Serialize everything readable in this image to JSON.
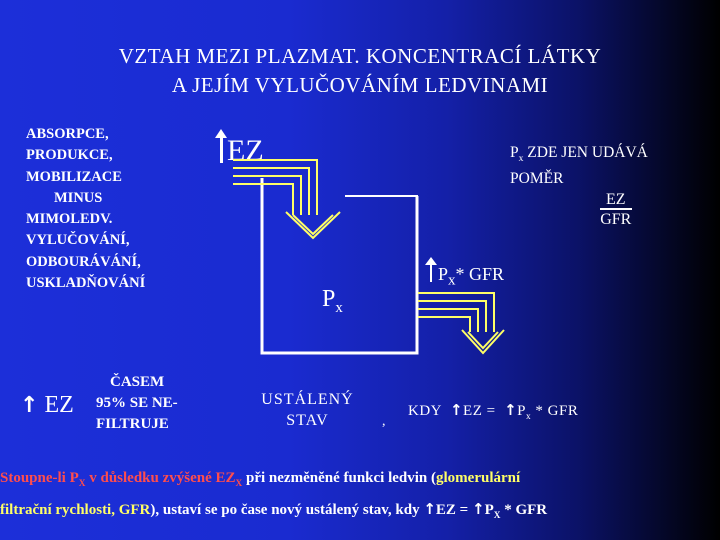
{
  "title": {
    "line1": "VZTAH MEZI PLAZMAT. KONCENTRACÍ LÁTKY",
    "line2": "A JEJÍM VYLUČOVÁNÍM LEDVINAMI"
  },
  "left_list": [
    "ABSORPCE,",
    "PRODUKCE,",
    "MOBILIZACE",
    "MINUS",
    "MIMOLEDV.",
    "VYLUČOVÁNÍ,",
    "ODBOURÁVÁNÍ,",
    "USKLADŇOVÁNÍ"
  ],
  "ez_left": {
    "arrow": "↑",
    "label": "EZ"
  },
  "casem": [
    "ČASEM",
    "95% SE NE-",
    "FILTRUJE"
  ],
  "ez_top": "EZ",
  "px_note": {
    "p": "P",
    "sub": "x",
    "rest_line1": " ZDE JEN UDÁVÁ",
    "line2": "POMĚR"
  },
  "ratio": {
    "numerator": "EZ",
    "denominator": "GFR"
  },
  "px_center": {
    "p": "P",
    "sub": "x"
  },
  "px_gfr": {
    "p": "P",
    "sub": "x",
    "rest": "* GFR"
  },
  "ustaleny": [
    "USTÁLENÝ",
    "STAV"
  ],
  "comma": ",",
  "kdy": {
    "kdy": "KDY",
    "arrow": "↑",
    "ez_eq": "EZ  =",
    "p": "P",
    "sub": "x",
    "rest": " * GFR"
  },
  "bottom": {
    "l1_a": "Stoupne-li P",
    "l1_sub": "X",
    "l1_b": " v důsledku zvýšené EZ",
    "l1_sub2": "X",
    "l1_c": " při nezměněné funkci ledvin (",
    "l1_d": "glomerulární",
    "l2_a": "filtrační rychlosti, GFR",
    "l2_b": "), ustaví se po čase nový ustálený stav, kdy ",
    "l2_arrow1": "↑",
    "l2_c": "EZ = ",
    "l2_arrow2": "↑",
    "l2_d": "P",
    "l2_sub": "X",
    "l2_e": " * GFR"
  },
  "colors": {
    "background_start": "#1c2fd9",
    "background_end": "#000000",
    "bottom_red": "#ff4d4d",
    "bottom_yellow": "#ffff66",
    "arrow_yellow": "#ffff66"
  }
}
